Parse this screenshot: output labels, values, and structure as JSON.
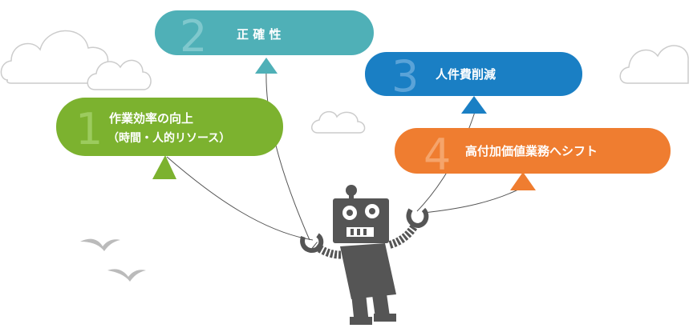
{
  "balloons": [
    {
      "number": "1",
      "title": "作業効率の向上",
      "subtitle": "（時間・人的リソース）",
      "color": "#7cb22f",
      "number_color": "#9ccb5e"
    },
    {
      "number": "2",
      "title": "正 確 性",
      "color": "#4fb0b7",
      "number_color": "#7fc8cd"
    },
    {
      "number": "3",
      "title": "人件費削減",
      "color": "#1a7fc4",
      "number_color": "#5aa3d8"
    },
    {
      "number": "4",
      "title": "高付加価値業務へシフト",
      "color": "#ef7d30",
      "number_color": "#f5a46b"
    }
  ],
  "robot_color": "#555555",
  "cloud_outline_color": "#cccccc",
  "bird_color": "#bbbbbb",
  "icons": [
    "cloud",
    "bird",
    "robot"
  ]
}
